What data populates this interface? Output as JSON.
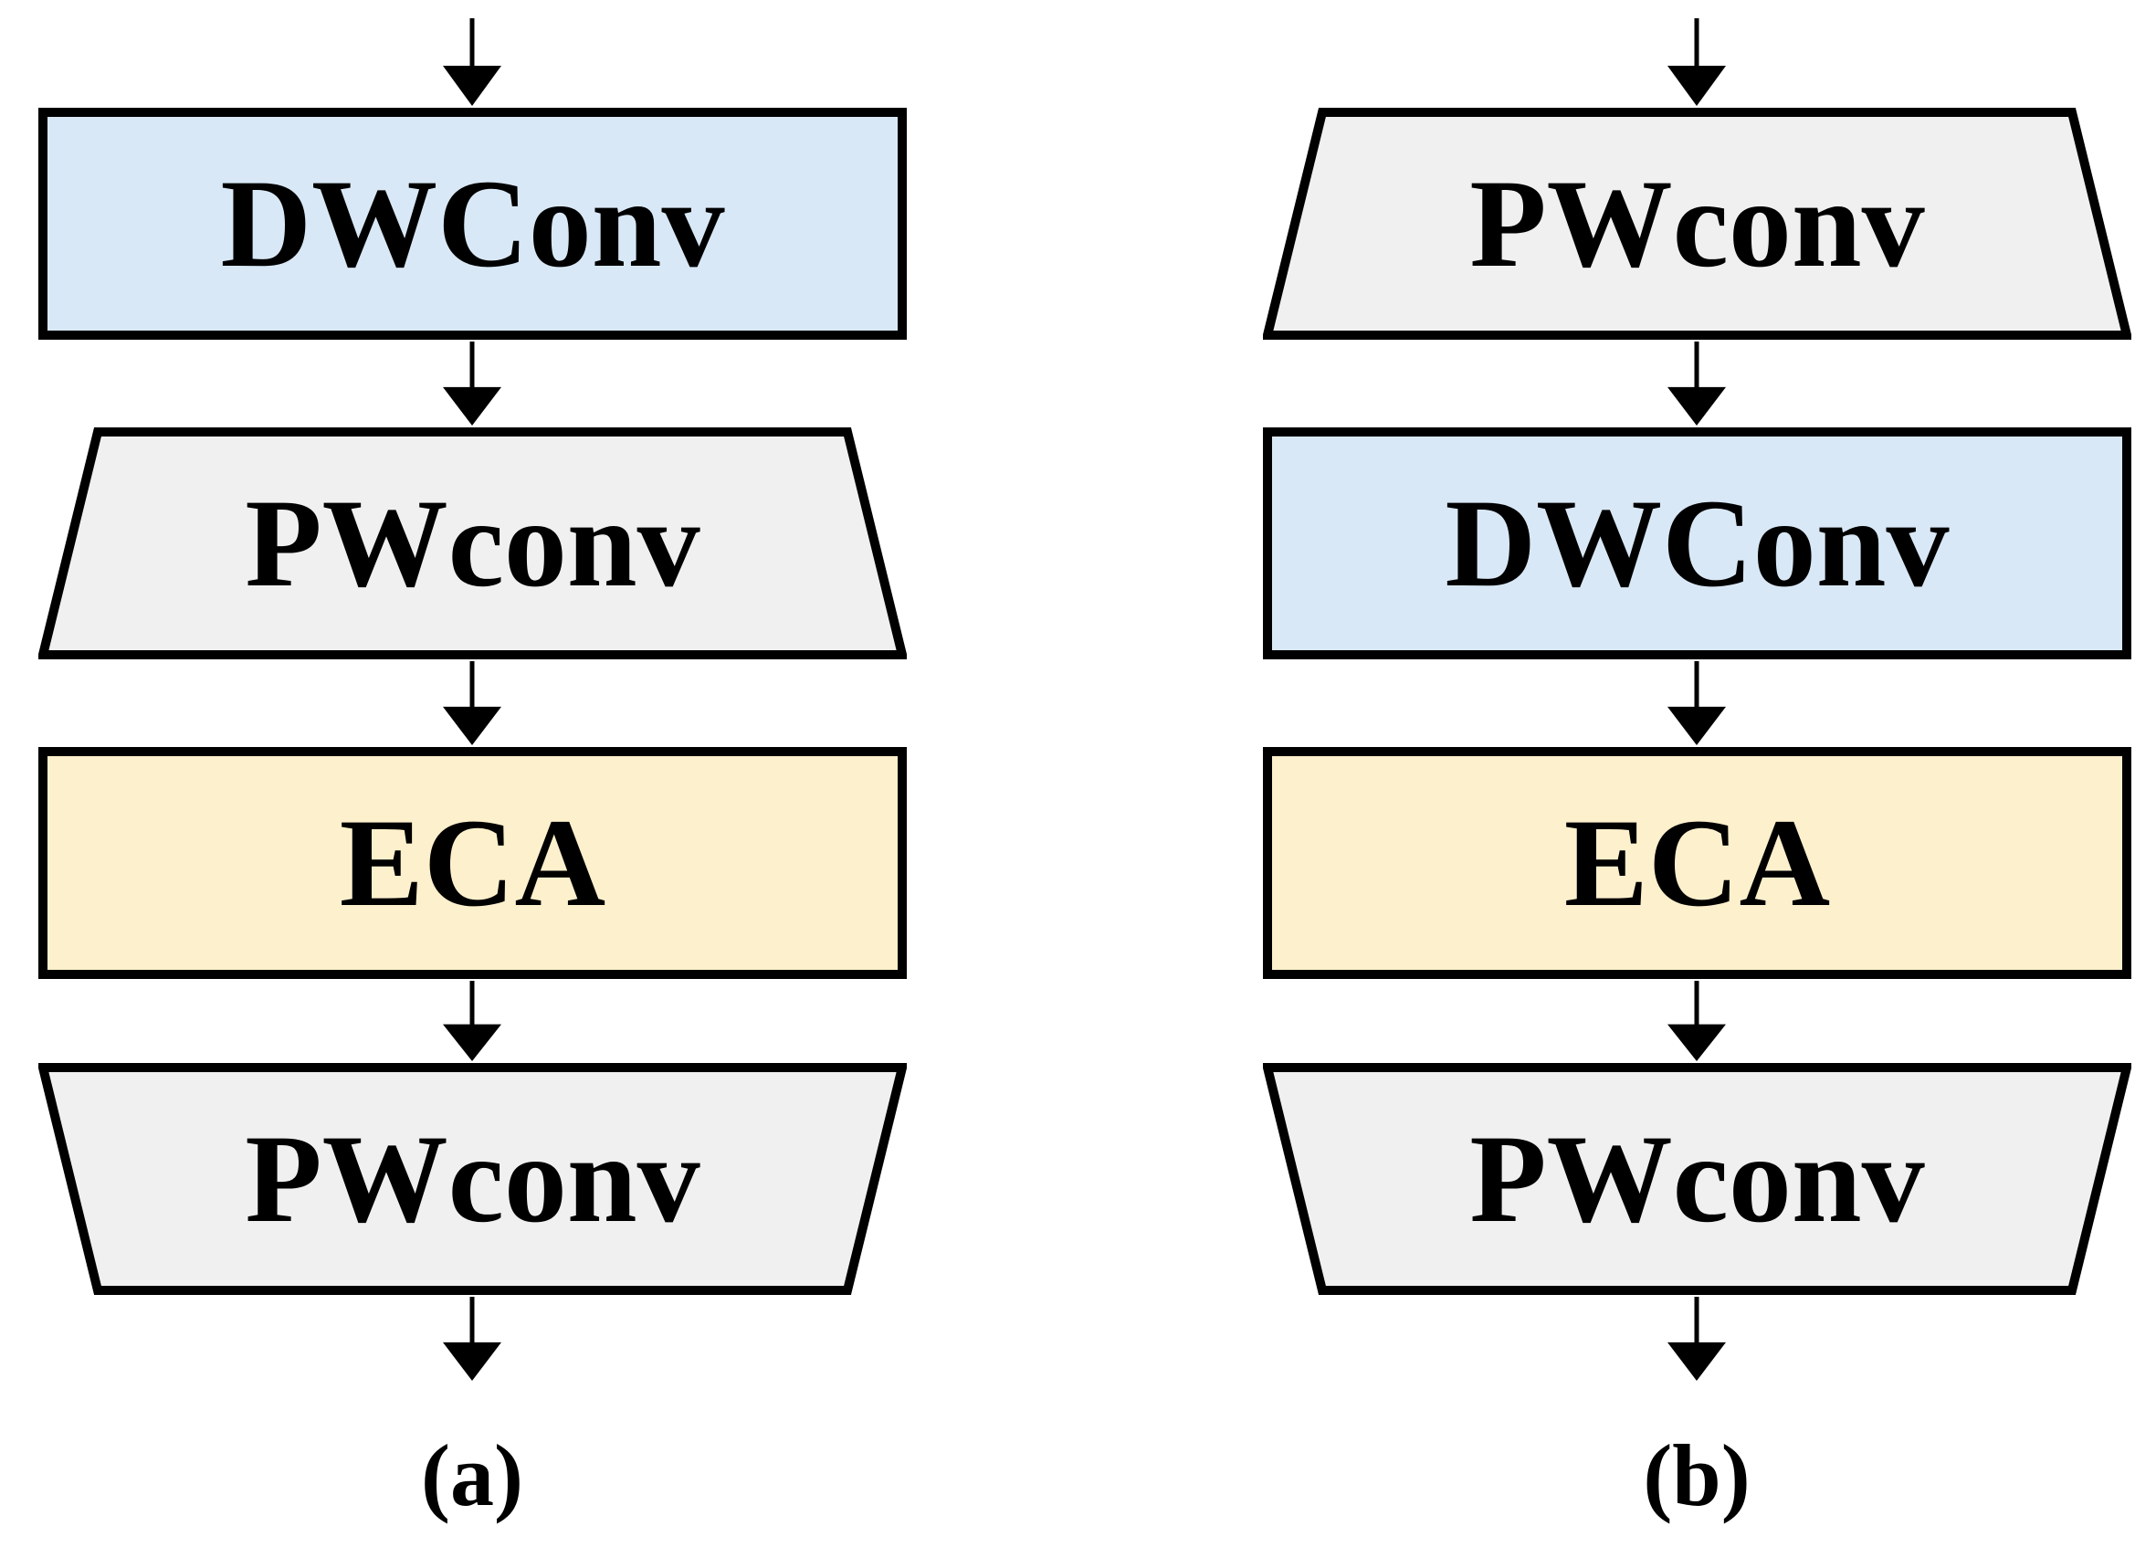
{
  "figure": {
    "panels": [
      {
        "caption": "(a)",
        "blocks": [
          {
            "label": "DWConv",
            "shape": "rectangle"
          },
          {
            "label": "PWconv",
            "shape": "trapezoid-narrow-top"
          },
          {
            "label": "ECA",
            "shape": "rectangle"
          },
          {
            "label": "PWconv",
            "shape": "trapezoid-narrow-bottom"
          }
        ]
      },
      {
        "caption": "(b)",
        "blocks": [
          {
            "label": "PWconv",
            "shape": "trapezoid-narrow-top"
          },
          {
            "label": "DWConv",
            "shape": "rectangle"
          },
          {
            "label": "ECA",
            "shape": "rectangle"
          },
          {
            "label": "PWconv",
            "shape": "trapezoid-narrow-bottom"
          }
        ]
      }
    ]
  },
  "colors": {
    "dwconv_fill": "#d9e8f6",
    "pwconv_fill": "#f0f0f0",
    "eca_fill": "#fdf0cc",
    "outline": "#000000",
    "arrow": "#000000",
    "text": "#000000"
  }
}
